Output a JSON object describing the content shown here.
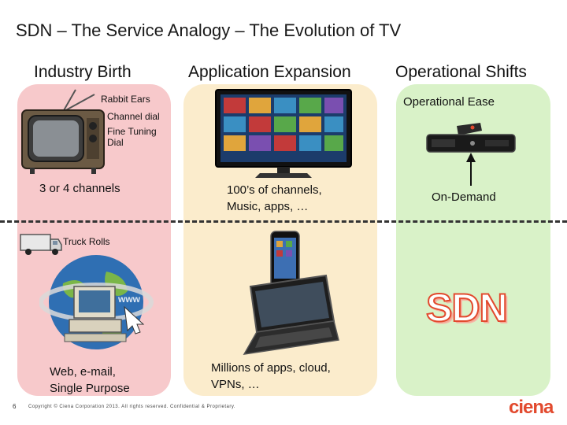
{
  "slide": {
    "title": "SDN – The Service Analogy – The Evolution of TV",
    "page_number": "6",
    "copyright": "Copyright © Ciena Corporation 2013. All rights reserved. Confidential & Proprietary.",
    "logo_text": "ciena"
  },
  "columns": [
    {
      "heading": "Industry Birth",
      "labels": {
        "rabbit_ears": "Rabbit Ears",
        "channel_dial": "Channel dial",
        "fine_tuning_1": "Fine Tuning",
        "fine_tuning_2": "Dial",
        "channels": "3 or 4 channels",
        "truck_rolls": "Truck Rolls",
        "web_1": "Web, e-mail,",
        "web_2": "Single Purpose"
      }
    },
    {
      "heading": "Application Expansion",
      "labels": {
        "channels_1": "100’s of channels,",
        "channels_2": "Music, apps, …",
        "apps_1": "Millions of apps, cloud,",
        "apps_2": "VPNs, …"
      }
    },
    {
      "heading": "Operational Shifts",
      "labels": {
        "ease": "Operational Ease",
        "on_demand": "On-Demand",
        "sdn": "SDN"
      }
    }
  ],
  "colors": {
    "industry_panel": "#f7c9cb",
    "application_panel": "#fbeccc",
    "operational_panel": "#d9f2c8",
    "accent": "#e24a2e"
  }
}
